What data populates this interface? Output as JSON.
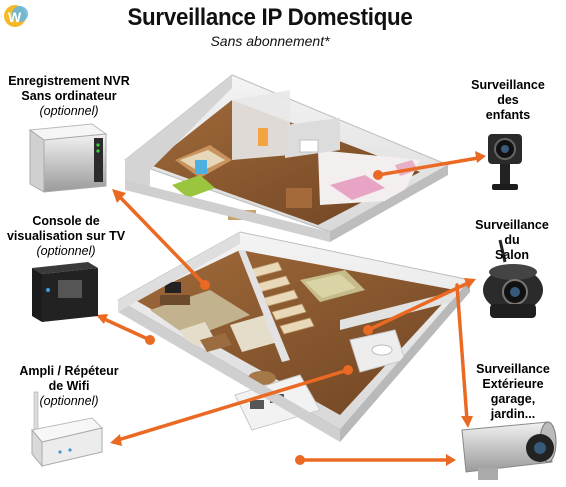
{
  "header": {
    "title": "Surveillance IP Domestique",
    "subtitle": "Sans abonnement*"
  },
  "labels": {
    "nvr": {
      "line1": "Enregistrement NVR",
      "line2": "Sans ordinateur",
      "optional": "(optionnel)"
    },
    "console": {
      "line1": "Console de",
      "line2": "visualisation sur TV",
      "optional": "(optionnel)"
    },
    "wifi": {
      "line1": "Ampli / Répéteur",
      "line2": "de Wifi",
      "optional": "(optionnel)"
    },
    "kids": {
      "line1": "Surveillance",
      "line2": "des",
      "line3": "enfants"
    },
    "living": {
      "line1": "Surveillance",
      "line2": "du",
      "line3": "Salon"
    },
    "outdoor": {
      "line1": "Surveillance",
      "line2": "Extérieure",
      "line3": "garage,",
      "line4": "jardin..."
    }
  },
  "colors": {
    "arrow": "#ea6a24",
    "wall": "#e9e9e9",
    "floor": "#8a5a32",
    "roof_edge": "#cfcfcf"
  }
}
